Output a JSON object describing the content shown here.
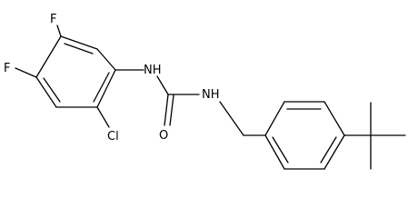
{
  "molecule": {
    "labels": {
      "f_top": "F",
      "f_left": "F",
      "cl": "Cl",
      "nh_left": "NH",
      "nh_right": "NH",
      "o": "O"
    }
  },
  "colors": {
    "bond": "#000000",
    "text": "#000000",
    "background": "#ffffff"
  }
}
